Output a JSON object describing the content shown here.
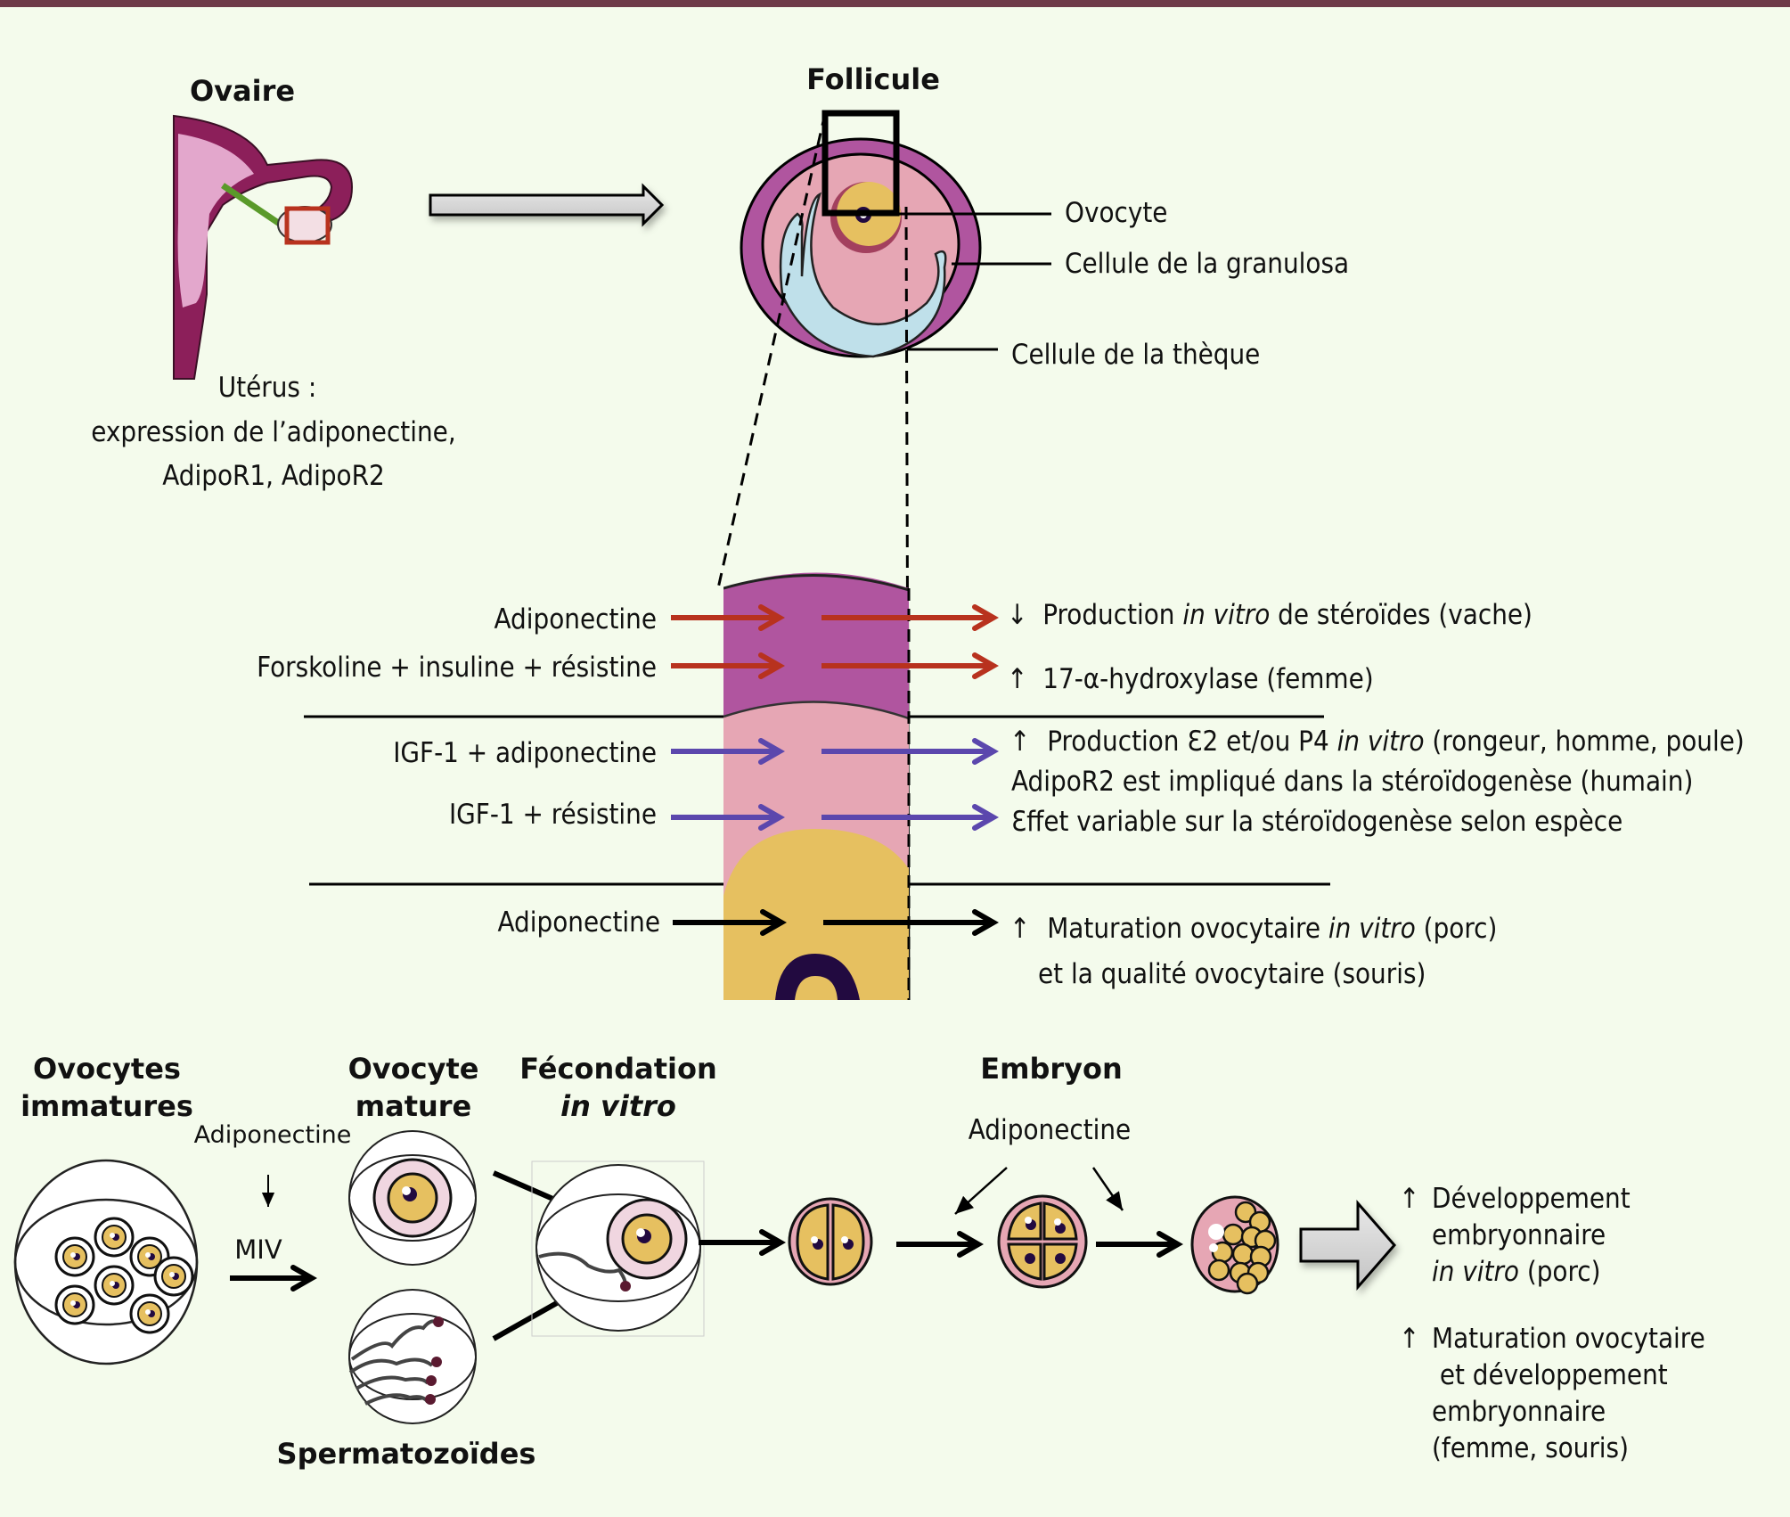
{
  "colors": {
    "background": "#f4fbec",
    "top_bar": "#6e3a48",
    "theca": "#b0559f",
    "granulosa": "#e6a6b4",
    "oocyte": "#e6c060",
    "nucleus": "#220a40",
    "antrum": "#bfe0ea",
    "red_arrow": "#b8321e",
    "purple_arrow": "#5b47ad",
    "black_arrow": "#000000",
    "highlight_box": "#b8321e"
  },
  "top": {
    "ovaire_title": "Ovaire",
    "uterus_caption": [
      "Utérus :",
      "expression de l’adiponectine,",
      "AdipoR1, AdipoR2"
    ],
    "follicule_title": "Follicule",
    "follicle_labels": {
      "ovocyte": "Ovocyte",
      "granulosa": "Cellule de la granulosa",
      "theque": "Cellule de  la thèque"
    }
  },
  "middle": {
    "theca_rows": [
      {
        "input": "Adiponectine",
        "arrow": "↓",
        "effect": [
          {
            "t": "Production "
          },
          {
            "t": "in vitro",
            "i": true
          },
          {
            "t": " de stéroïdes (vache)"
          }
        ]
      },
      {
        "input": "Forskoline + insuline +  résistine",
        "arrow": "↑",
        "effect": [
          {
            "t": "17-α-hydroxylase (femme)"
          }
        ]
      }
    ],
    "granulosa_rows": [
      {
        "input": "IGF-1 + adiponectine",
        "arrow": "↑",
        "effect": [
          {
            "t": "Production Ɛ2 et/ou P4 "
          },
          {
            "t": "in vitro",
            "i": true
          },
          {
            "t": " (rongeur, homme, poule)"
          }
        ]
      },
      {
        "input": "",
        "arrow": "",
        "effect": [
          {
            "t": "AdipoR2 est impliqué dans la stéroïdogenèse (humain)"
          }
        ]
      },
      {
        "input": "IGF-1 + résistine",
        "arrow": "",
        "effect": [
          {
            "t": "Ɛffet variable sur la stéroïdogenèse selon espèce"
          }
        ]
      }
    ],
    "oocyte_rows": [
      {
        "input": "Adiponectine",
        "arrow": "↑",
        "effect": [
          {
            "t": "Maturation ovocytaire "
          },
          {
            "t": "in vitro",
            "i": true
          },
          {
            "t": " (porc)"
          }
        ]
      },
      {
        "input": "",
        "arrow": "",
        "effect": [
          {
            "t": "et la qualité ovocytaire (souris)"
          }
        ]
      }
    ]
  },
  "bottom": {
    "immature_title": [
      "Ovocytes",
      "immatures"
    ],
    "adiponectine_miv": "Adiponectine",
    "miv_label": "MIV",
    "mature_title": [
      "Ovocyte",
      "mature"
    ],
    "fecondation_title": [
      "Fécondation",
      "in vitro"
    ],
    "sperm_title": "Spermatozoïdes",
    "embryon_title": "Embryon",
    "embryon_adiponectine": "Adiponectine",
    "outcome_1": {
      "arrow": "↑",
      "lines": [
        [
          {
            "t": "Développement"
          }
        ],
        [
          {
            "t": "embryonnaire"
          }
        ],
        [
          {
            "t": "in vitro",
            "i": true
          },
          {
            "t": " (porc)"
          }
        ]
      ]
    },
    "outcome_2": {
      "arrow": "↑",
      "lines": [
        [
          {
            "t": "Maturation ovocytaire"
          }
        ],
        [
          {
            "t": " et développement"
          }
        ],
        [
          {
            "t": "embryonnaire"
          }
        ],
        [
          {
            "t": "(femme, souris)"
          }
        ]
      ]
    }
  }
}
